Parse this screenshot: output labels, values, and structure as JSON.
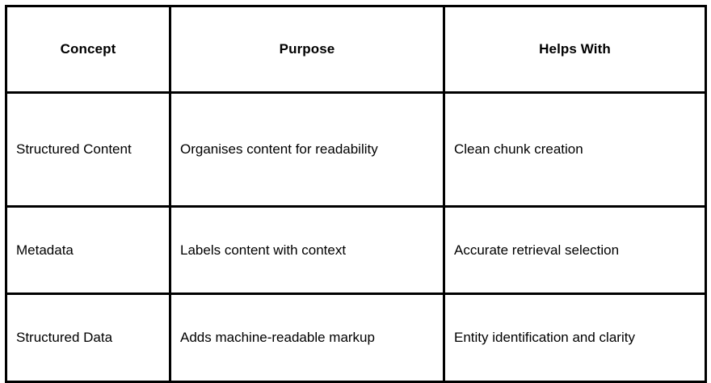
{
  "table": {
    "columns": [
      {
        "key": "concept",
        "header": "Concept",
        "align": "center"
      },
      {
        "key": "purpose",
        "header": "Purpose",
        "align": "center"
      },
      {
        "key": "helps",
        "header": "Helps With",
        "align": "center"
      }
    ],
    "headers": {
      "concept": "Concept",
      "purpose": "Purpose",
      "helps": "Helps With"
    },
    "rows": [
      {
        "concept": "Structured Content",
        "purpose": "Organises content for readability",
        "helps": "Clean chunk creation"
      },
      {
        "concept": "Metadata",
        "purpose": "Labels content with context",
        "helps": "Accurate retrieval selection"
      },
      {
        "concept": "Structured Data",
        "purpose": "Adds machine-readable markup",
        "helps": "Entity identification and clarity"
      }
    ]
  },
  "style": {
    "border_color": "#000000",
    "text_color": "#000000",
    "background_color": "#ffffff"
  }
}
